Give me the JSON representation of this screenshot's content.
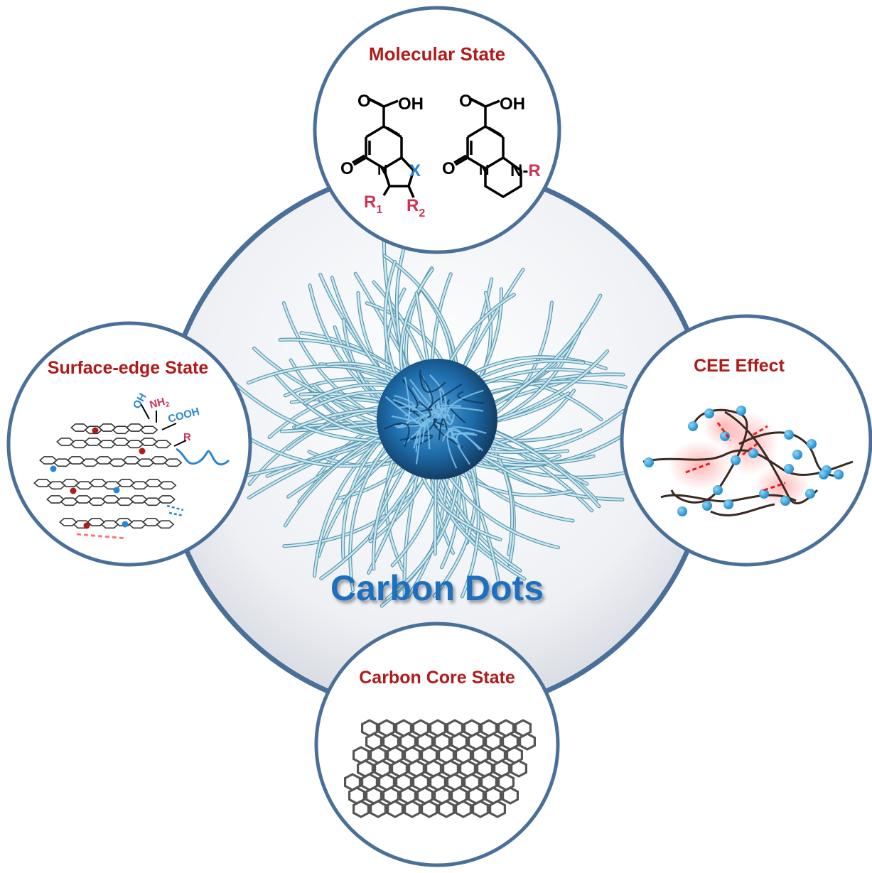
{
  "center": {
    "title": "Carbon Dots"
  },
  "states": {
    "molecular": {
      "title": "Molecular State"
    },
    "surface": {
      "title": "Surface-edge State"
    },
    "cee": {
      "title": "CEE Effect"
    },
    "core": {
      "title": "Carbon Core State"
    }
  },
  "chem": {
    "cooh_left": "O=C-OH",
    "cooh_right": "O=C-OH",
    "carbonyl_left": "O",
    "carbonyl_right": "O",
    "n_left": "N",
    "n_right": "N",
    "x_label": "X",
    "r1": "R",
    "r1_sub": "1",
    "r2": "R",
    "r2_sub": "2",
    "nr_n": "N-",
    "nr_r": "R",
    "oh_text": "OH",
    "o_text": "O"
  },
  "surface_groups": {
    "oh": "OH",
    "nh2": "NH",
    "nh2_sub": "2",
    "cooh": "COOH",
    "r": "R"
  },
  "colors": {
    "ring_stroke": "#4a7099",
    "title_red": "#b01a1a",
    "carbon_blue": "#1a6fbf",
    "sphere_blue": "#2ea3dc",
    "group_red": "#cc3355",
    "group_blue": "#2a86d0"
  }
}
